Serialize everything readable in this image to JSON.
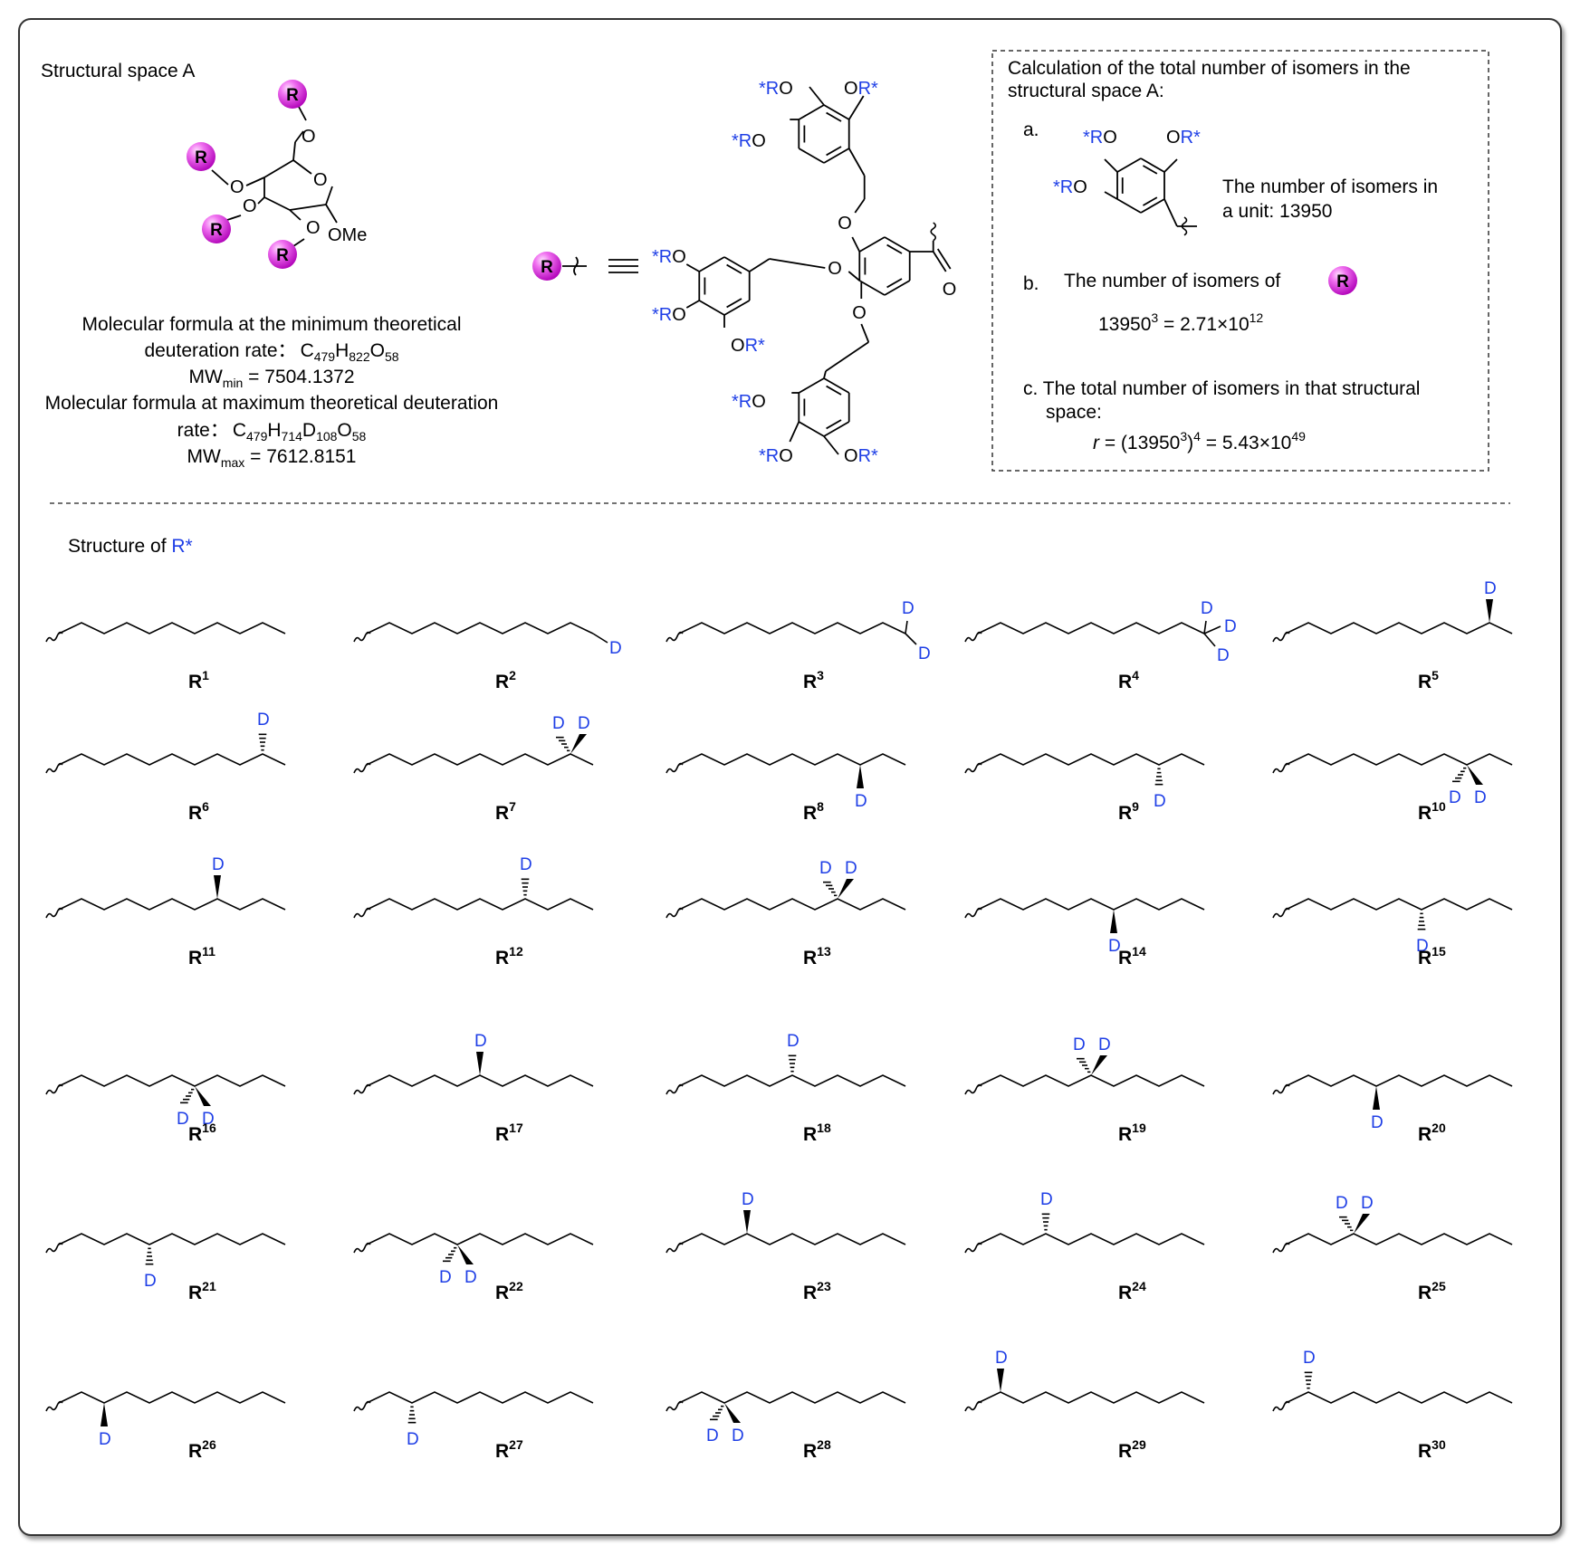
{
  "space_title": "Structural space A",
  "glycoside": {
    "r_label": "R",
    "o": "O",
    "ome": "OMe"
  },
  "formula": {
    "min_line1": "Molecular formula at the minimum theoretical",
    "min_line2_prefix": "deuteration rate：",
    "min_formula": {
      "C": "C",
      "c_sub": "479",
      "H": "H",
      "h_sub": "822",
      "O": "O",
      "o_sub": "58"
    },
    "mw_min": {
      "mw": "MW",
      "sub": "min",
      "value": " = 7504.1372"
    },
    "max_line1": "Molecular formula at maximum theoretical deuteration",
    "max_line2_prefix": "rate：",
    "max_formula": {
      "C": "C",
      "c_sub": "479",
      "H": "H",
      "h_sub": "714",
      "D": "D",
      "d_sub": "108",
      "O": "O",
      "o_sub": "58"
    },
    "mw_max": {
      "mw": "MW",
      "sub": "max",
      "value": " = 7612.8151"
    }
  },
  "dendron": {
    "r_label": "R",
    "ro_star": "*RO",
    "or_star": "OR*",
    "o": "O"
  },
  "calc": {
    "title_line1": "Calculation of the total number of isomers in the",
    "title_line2": "structural space A:",
    "a_label": "a.",
    "a_line1": "The number of isomers in",
    "a_line2": "a unit: 13950",
    "b_label": "b.",
    "b_text": "The number of isomers of",
    "b_r": "R",
    "b_base": "13950",
    "b_exp": "3",
    "b_mid": " = 2.71×10",
    "b_exp2": "12",
    "c_line1": "c. The total number of isomers in that structural",
    "c_line2": "space:",
    "c_r": "r",
    "c_eq1": " = (13950",
    "c_exp1": "3",
    "c_eq2": ")",
    "c_exp2": "4",
    "c_eq3": " =  5.43×10",
    "c_exp3": "49"
  },
  "rstar": {
    "prefix": "Structure of ",
    "rstar": "R*"
  },
  "colors": {
    "magenta": "#e040e0",
    "blue": "#1f3fe6",
    "frame": "#333333"
  },
  "chains": [
    {
      "label": "R",
      "num": "1",
      "deut": "none",
      "pos": 0,
      "d": "D"
    },
    {
      "label": "R",
      "num": "2",
      "deut": "term1",
      "pos": 0,
      "d": "D"
    },
    {
      "label": "R",
      "num": "3",
      "deut": "term2",
      "pos": 0,
      "d": "D"
    },
    {
      "label": "R",
      "num": "4",
      "deut": "term3",
      "pos": 0,
      "d": "D"
    },
    {
      "label": "R",
      "num": "5",
      "deut": "wedge",
      "pos": 9,
      "d": "D"
    },
    {
      "label": "R",
      "num": "6",
      "deut": "hash",
      "pos": 9,
      "d": "D"
    },
    {
      "label": "R",
      "num": "7",
      "deut": "both",
      "pos": 9,
      "d": "D"
    },
    {
      "label": "R",
      "num": "8",
      "deut": "wedge",
      "pos": 8,
      "d": "D"
    },
    {
      "label": "R",
      "num": "9",
      "deut": "hash",
      "pos": 8,
      "d": "D"
    },
    {
      "label": "R",
      "num": "10",
      "deut": "both",
      "pos": 8,
      "d": "D"
    },
    {
      "label": "R",
      "num": "11",
      "deut": "wedge",
      "pos": 7,
      "d": "D"
    },
    {
      "label": "R",
      "num": "12",
      "deut": "hash",
      "pos": 7,
      "d": "D"
    },
    {
      "label": "R",
      "num": "13",
      "deut": "both",
      "pos": 7,
      "d": "D"
    },
    {
      "label": "R",
      "num": "14",
      "deut": "wedge",
      "pos": 6,
      "d": "D"
    },
    {
      "label": "R",
      "num": "15",
      "deut": "hash",
      "pos": 6,
      "d": "D"
    },
    {
      "label": "R",
      "num": "16",
      "deut": "both",
      "pos": 6,
      "d": "D"
    },
    {
      "label": "R",
      "num": "17",
      "deut": "wedge",
      "pos": 5,
      "d": "D"
    },
    {
      "label": "R",
      "num": "18",
      "deut": "hash",
      "pos": 5,
      "d": "D"
    },
    {
      "label": "R",
      "num": "19",
      "deut": "both",
      "pos": 5,
      "d": "D"
    },
    {
      "label": "R",
      "num": "20",
      "deut": "wedge",
      "pos": 4,
      "d": "D"
    },
    {
      "label": "R",
      "num": "21",
      "deut": "hash",
      "pos": 4,
      "d": "D"
    },
    {
      "label": "R",
      "num": "22",
      "deut": "both",
      "pos": 4,
      "d": "D"
    },
    {
      "label": "R",
      "num": "23",
      "deut": "wedge",
      "pos": 3,
      "d": "D"
    },
    {
      "label": "R",
      "num": "24",
      "deut": "hash",
      "pos": 3,
      "d": "D"
    },
    {
      "label": "R",
      "num": "25",
      "deut": "both",
      "pos": 3,
      "d": "D"
    },
    {
      "label": "R",
      "num": "26",
      "deut": "wedge",
      "pos": 2,
      "d": "D"
    },
    {
      "label": "R",
      "num": "27",
      "deut": "hash",
      "pos": 2,
      "d": "D"
    },
    {
      "label": "R",
      "num": "28",
      "deut": "both",
      "pos": 2,
      "d": "D"
    },
    {
      "label": "R",
      "num": "29",
      "deut": "wedge",
      "pos": 1,
      "d": "D"
    },
    {
      "label": "R",
      "num": "30",
      "deut": "hash",
      "pos": 1,
      "d": "D"
    }
  ]
}
